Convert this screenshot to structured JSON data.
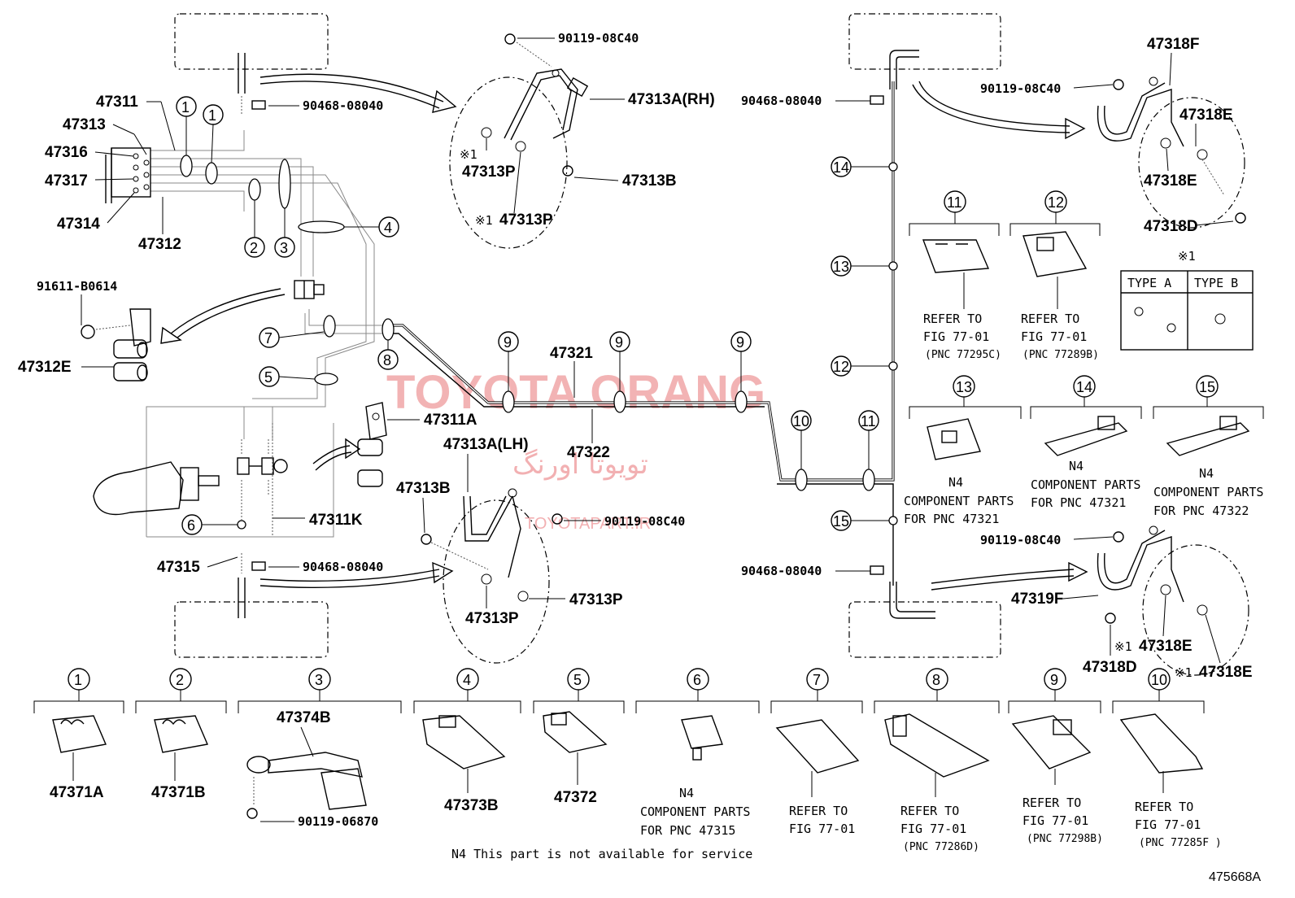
{
  "watermark": {
    "main": "TOYOTA ORANG",
    "farsi": "تویوتا اورنگ",
    "site": "TOYOTAPART.IR"
  },
  "parts": {
    "p47311": "47311",
    "p47313": "47313",
    "p47316": "47316",
    "p47317": "47317",
    "p47314": "47314",
    "p47312": "47312",
    "p91611": "91611-B0614",
    "p47312E": "47312E",
    "p90468_top": "90468-08040",
    "p90119_top": "90119-08C40",
    "p47313A_RH": "47313A(RH)",
    "p47313P_a": "47313P",
    "p47313P_b": "47313P",
    "p47313B_top": "47313B",
    "p47321": "47321",
    "p47322": "47322",
    "p47311A": "47311A",
    "p47313A_LH": "47313A(LH)",
    "p47313B_mid": "47313B",
    "p90119_mid": "90119-08C40",
    "p47311K": "47311K",
    "p47315": "47315",
    "p90468_bot": "90468-08040",
    "p47313P_c": "47313P",
    "p47313P_d": "47313P",
    "p90468_right_top": "90468-08040",
    "p90468_right_bot": "90468-08040",
    "p47318F": "47318F",
    "p90119_rt": "90119-08C40",
    "p47318E_a": "47318E",
    "p47318E_b": "47318E",
    "p47318D_a": "47318D",
    "p90119_rb": "90119-08C40",
    "p47319F": "47319F",
    "p47318E_c": "47318E",
    "p47318D_b": "47318D",
    "p47318E_d": "47318E"
  },
  "notes": {
    "x1": "※1",
    "type_header": "※1",
    "type_a": "TYPE A",
    "type_b": "TYPE B",
    "refer11_l1": "REFER TO",
    "refer11_l2": "FIG 77-01",
    "refer11_l3": "(PNC 77295C)",
    "refer12_l1": "REFER TO",
    "refer12_l2": "FIG 77-01",
    "refer12_l3": "(PNC 77289B)",
    "c13_l1": "N4",
    "c13_l2": "COMPONENT PARTS",
    "c13_l3": "FOR PNC 47321",
    "c14_l1": "N4",
    "c14_l2": "COMPONENT PARTS",
    "c14_l3": "FOR PNC 47321",
    "c15_l1": "N4",
    "c15_l2": "COMPONENT PARTS",
    "c15_l3": "FOR PNC 47322",
    "footnote": "N4 This part is not available for service",
    "figure_id": "475668A"
  },
  "bottom_row": {
    "p47371A": "47371A",
    "p47371B": "47371B",
    "p47374B": "47374B",
    "p90119_06870": "90119-06870",
    "p47373B": "47373B",
    "p47372": "47372",
    "c6_l1": "N4",
    "c6_l2": "COMPONENT PARTS",
    "c6_l3": "FOR PNC 47315",
    "r7_l1": "REFER TO",
    "r7_l2": "FIG 77-01",
    "r8_l1": "REFER TO",
    "r8_l2": "FIG 77-01",
    "r8_l3": "(PNC 77286D)",
    "r9_l1": "REFER TO",
    "r9_l2": "FIG 77-01",
    "r9_l3": "(PNC 77298B)",
    "r10_l1": "REFER TO",
    "r10_l2": "FIG 77-01",
    "r10_l3": "(PNC 77285F )"
  },
  "callouts": {
    "n1": "1",
    "n2": "2",
    "n3": "3",
    "n4": "4",
    "n5": "5",
    "n6": "6",
    "n7": "7",
    "n8": "8",
    "n9": "9",
    "n10": "10",
    "n11": "11",
    "n12": "12",
    "n13": "13",
    "n14": "14",
    "n15": "15"
  }
}
